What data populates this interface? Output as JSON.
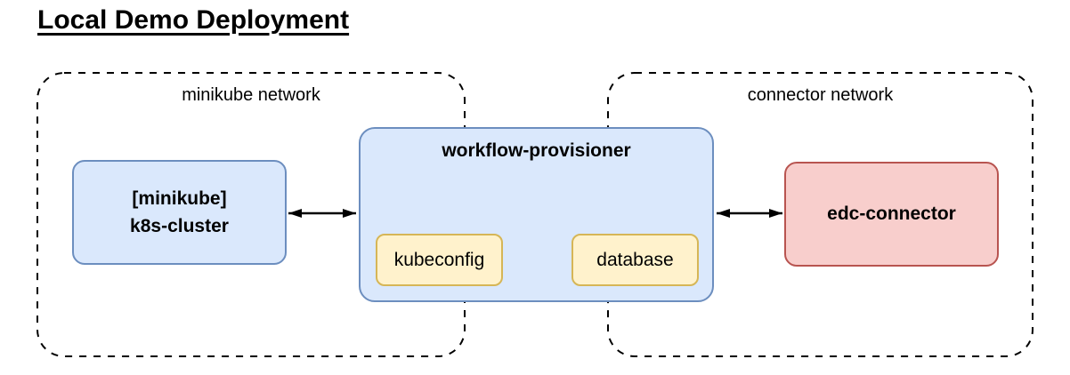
{
  "title": "Local Demo Deployment",
  "diagram": {
    "networks": [
      {
        "id": "minikube-network",
        "label": "minikube network"
      },
      {
        "id": "connector-network",
        "label": "connector network"
      }
    ],
    "nodes": {
      "k8s_cluster": {
        "line1": "[minikube]",
        "line2": "k8s-cluster",
        "color": "blue"
      },
      "workflow_provisioner": {
        "label": "workflow-provisioner",
        "color": "blue"
      },
      "kubeconfig": {
        "label": "kubeconfig",
        "color": "yellow"
      },
      "database": {
        "label": "database",
        "color": "yellow"
      },
      "edc_connector": {
        "label": "edc-connector",
        "color": "red"
      }
    },
    "edges": [
      {
        "from": "k8s_cluster",
        "to": "workflow_provisioner",
        "direction": "bidirectional"
      },
      {
        "from": "workflow_provisioner",
        "to": "edc_connector",
        "direction": "bidirectional"
      }
    ],
    "colors": {
      "blue_fill": "#dae8fc",
      "blue_border": "#6c8ebf",
      "yellow_fill": "#fff2cc",
      "yellow_border": "#d6b656",
      "red_fill": "#f8cecc",
      "red_border": "#b85450",
      "network_border": "#000000",
      "arrow": "#000000",
      "background": "#ffffff",
      "text": "#000000"
    }
  }
}
